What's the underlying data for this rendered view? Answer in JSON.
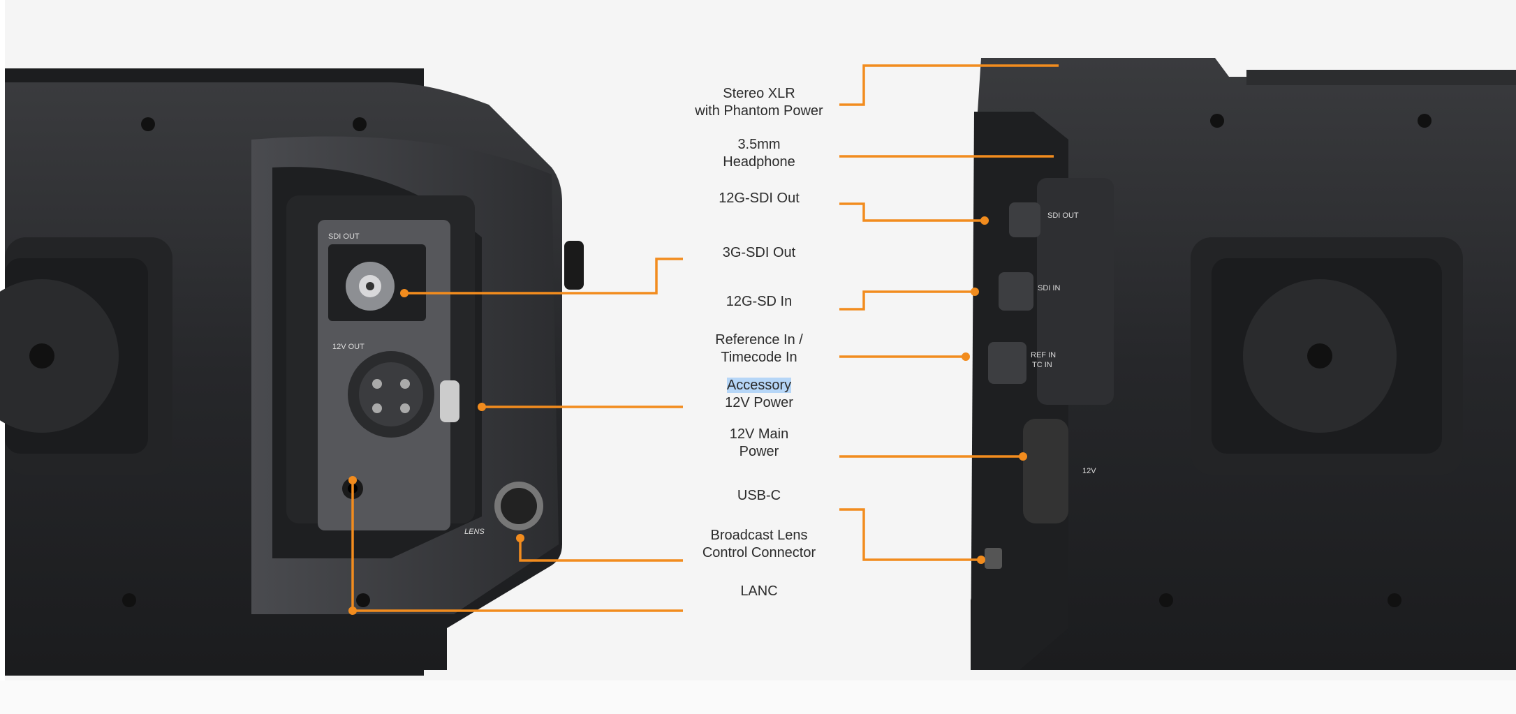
{
  "accent_color": "#f28c1e",
  "callouts": [
    {
      "id": "stereo-xlr",
      "lines": [
        "Stereo XLR",
        "with Phantom Power"
      ]
    },
    {
      "id": "headphone",
      "lines": [
        "3.5mm",
        "Headphone"
      ]
    },
    {
      "id": "12g-sdi-out",
      "lines": [
        "12G-SDI Out"
      ]
    },
    {
      "id": "3g-sdi-out",
      "lines": [
        "3G-SDI Out"
      ]
    },
    {
      "id": "12g-sdi-in",
      "lines": [
        "12G-SD In"
      ]
    },
    {
      "id": "reference-in",
      "lines": [
        "Reference In /",
        "Timecode In"
      ]
    },
    {
      "id": "accessory-power",
      "lines": [
        "Accessory",
        "12V Power"
      ]
    },
    {
      "id": "main-power",
      "lines": [
        "12V Main",
        "Power"
      ]
    },
    {
      "id": "usb-c",
      "lines": [
        "USB-C"
      ]
    },
    {
      "id": "broadcast-lens",
      "lines": [
        "Broadcast Lens",
        "Control Connector"
      ]
    },
    {
      "id": "lanc",
      "lines": [
        "LANC"
      ]
    }
  ],
  "panel_labels": {
    "left_sdi_out": "SDI OUT",
    "left_12v_out": "12V OUT",
    "left_lens": "LENS",
    "right_sdi_out": "SDI OUT",
    "right_sdi_in": "SDI IN",
    "right_ref_in": "REF IN",
    "right_tc_in": "TC IN",
    "right_12v": "12V"
  }
}
